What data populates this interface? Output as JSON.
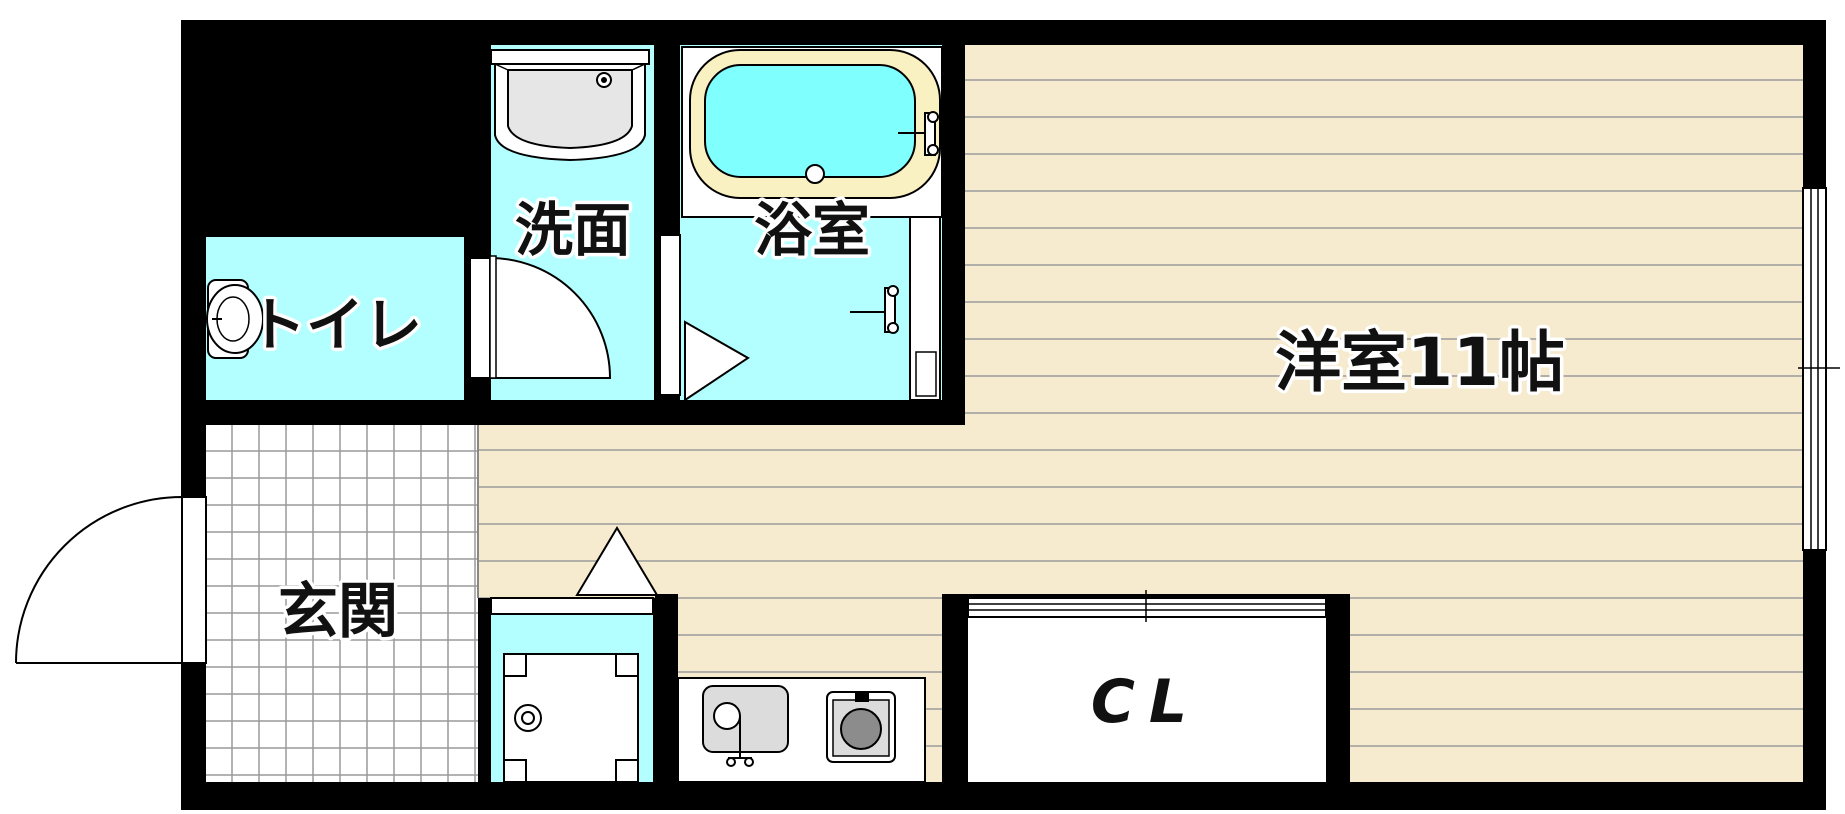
{
  "rooms": {
    "western_room": "洋室11帖",
    "bathroom": "浴室",
    "washroom": "洗面",
    "toilet": "トイレ",
    "entrance": "玄関",
    "closet": "CL"
  },
  "colors": {
    "wall": "#000000",
    "flooring": "#f7ebcf",
    "flooring_lines": "#9b9b9b",
    "wet_area": "#b3ffff",
    "bathtub": "#80ffff",
    "bathtub_rim": "#faf1c2",
    "entrance_tile": "#ffffff",
    "tile_lines": "#9a9a9a",
    "fixture_gray": "#dcdcdc",
    "stove_gray": "#8c8c8c"
  }
}
